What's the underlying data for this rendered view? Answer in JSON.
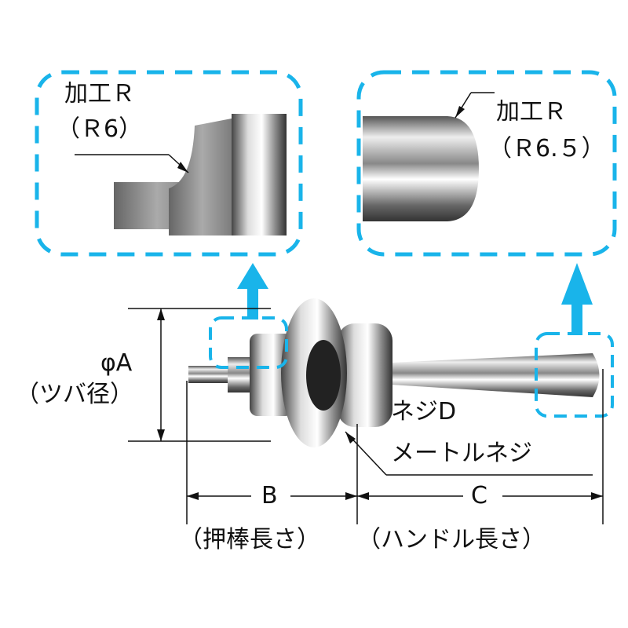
{
  "colors": {
    "accent": "#19b4ea",
    "line": "#111111"
  },
  "detail_left": {
    "label": "加工Ｒ",
    "radius": "（Ｒ6）"
  },
  "detail_right": {
    "label": "加工Ｒ",
    "radius": "（Ｒ6.５）"
  },
  "dim_a": {
    "symbol": "φA",
    "desc": "（ツバ径）"
  },
  "dim_b": {
    "symbol": "B",
    "desc": "（押棒長さ）"
  },
  "dim_c": {
    "symbol": "C",
    "desc": "（ハンドル長さ）"
  },
  "thread": {
    "label": "ネジD",
    "desc": "メートルネジ"
  }
}
